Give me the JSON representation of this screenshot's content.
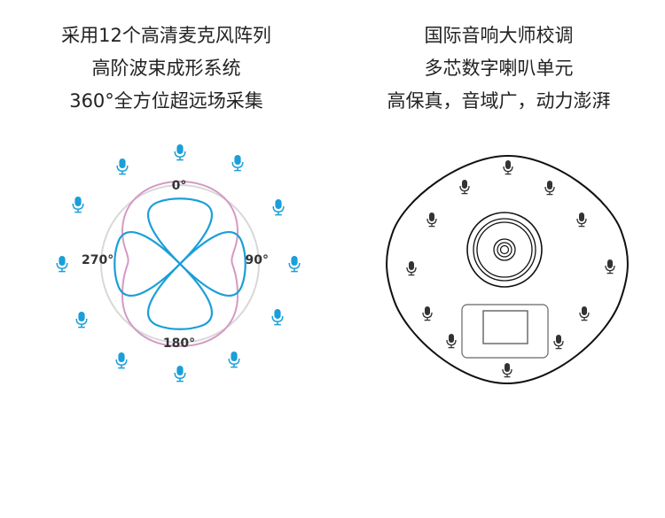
{
  "left": {
    "lines": [
      "采用12个高清麦克风阵列",
      "高阶波束成形系统",
      "360°全方位超远场采集"
    ],
    "angles": {
      "top": "0°",
      "right": "90°",
      "bottom": "180°",
      "left": "270°"
    },
    "icon": "microphone-icon",
    "mic_count": 12
  },
  "right": {
    "lines": [
      "国际音响大师校调",
      "多芯数字喇叭单元",
      "高保真，音域广，动力澎湃"
    ],
    "icon": "microphone-icon",
    "mic_count": 12
  },
  "colors": {
    "text": "#222222",
    "mic_blue": "#1a9fd8",
    "pattern_blue": "#1a9fd8",
    "pattern_pink": "#d49ac4",
    "circle_gray": "#d8d8d8",
    "device_outline": "#111111",
    "device_mic": "#333333"
  }
}
